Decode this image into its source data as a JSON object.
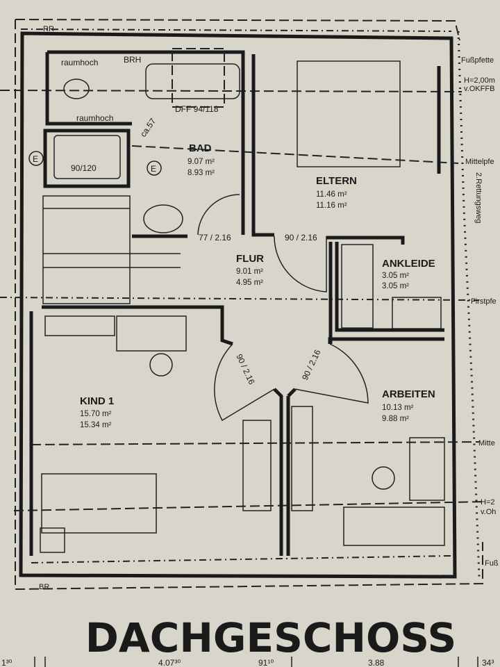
{
  "plan_title": "DACHGESCHOSS",
  "rooms": {
    "bad": {
      "name": "BAD",
      "area1": "9.07 m²",
      "area2": "8.93 m²"
    },
    "eltern": {
      "name": "ELTERN",
      "area1": "11.46 m²",
      "area2": "11.16 m²"
    },
    "flur": {
      "name": "FLUR",
      "area1": "9.01 m²",
      "area2": "4.95 m²"
    },
    "ankleide": {
      "name": "ANKLEIDE",
      "area1": "3.05 m²",
      "area2": "3.05 m²"
    },
    "kind1": {
      "name": "KIND 1",
      "area1": "15.70 m²",
      "area2": "15.34 m²"
    },
    "arbeiten": {
      "name": "ARBEITEN",
      "area1": "10.13 m²",
      "area2": "9.88 m²"
    }
  },
  "bath_labels": {
    "raumhoch_1": "raumhoch",
    "raumhoch_2": "raumhoch",
    "brh": "BRH",
    "dff": "DFF 94/118",
    "ca57": "ca.57",
    "shower": "90/120",
    "e1": "E",
    "e2": "E"
  },
  "doors": {
    "bad": "77 / 2.16",
    "eltern": "90 / 2.16",
    "kind1": "90 / 2.16",
    "arbeiten": "90 / 2.16"
  },
  "side_labels": {
    "fusspfette_top": "Fußpfette",
    "h_top": "H=2,00m",
    "okffb_top": "v.OKFFB",
    "mittelpfette_top": "Mittelpfe",
    "rettungsweg": "2.Rettungsweg",
    "firstpfette": "Firstpfe",
    "mittelpfette_bottom": "Mitte",
    "h_bottom": "H=2",
    "okffb_bottom": "v.Oh",
    "fusspfette_bottom": "Fuß",
    "rr": "RR",
    "br": "BR"
  },
  "dimensions": [
    "1³⁰",
    "4.07³⁰",
    "91¹⁰",
    "3.88",
    "34³"
  ]
}
